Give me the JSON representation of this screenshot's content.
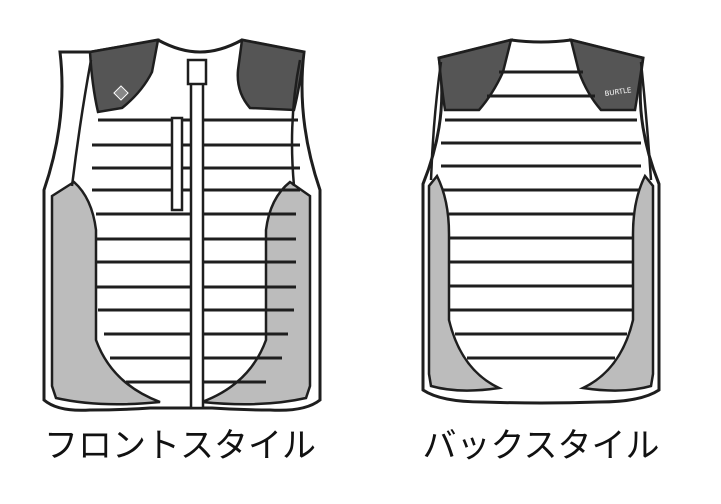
{
  "views": {
    "front": {
      "label": "フロントスタイル"
    },
    "back": {
      "label": "バックスタイル"
    }
  },
  "logo": {
    "text": "BURTLE"
  },
  "colors": {
    "outline": "#1e1e1e",
    "shoulder": "#555555",
    "side_panel": "#bcbcbc",
    "body": "#ffffff",
    "background": "#ffffff"
  }
}
